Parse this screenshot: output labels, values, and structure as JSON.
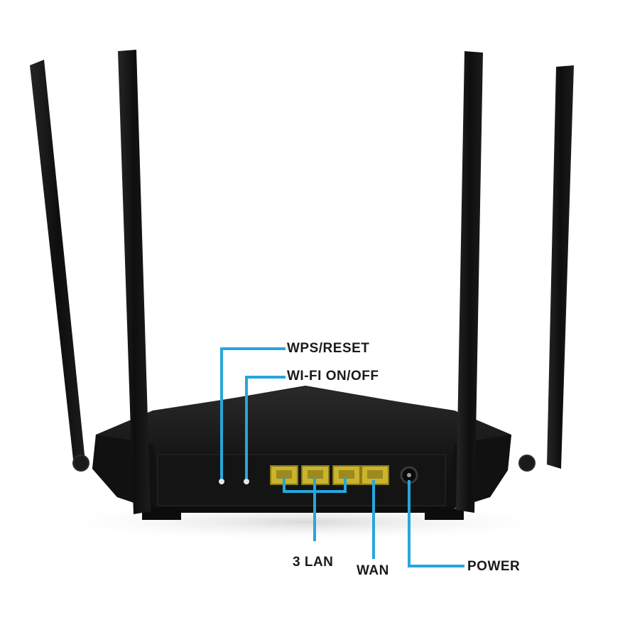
{
  "callouts": {
    "wps_reset": "WPS/RESET",
    "wifi_toggle": "WI-FI ON/OFF",
    "lan": "3 LAN",
    "wan": "WAN",
    "power": "POWER"
  },
  "colors": {
    "callout_line": "#27a6dd",
    "port_yellow": "#c9b42c",
    "router_body": "#151515",
    "antenna": "#111111"
  },
  "icons": [
    "router-body",
    "antenna",
    "ethernet-port",
    "power-jack",
    "button-hole"
  ]
}
